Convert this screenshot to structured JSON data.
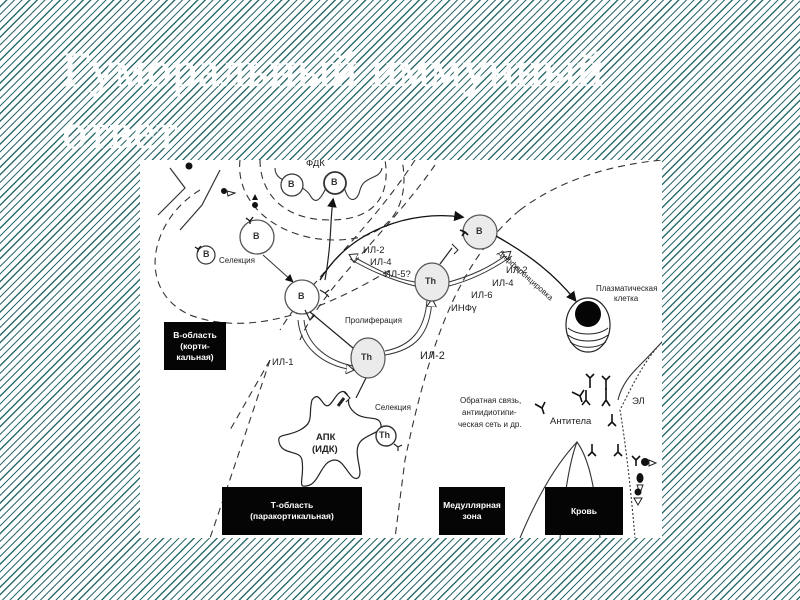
{
  "slide": {
    "title_line1": "Гуморальный иммунный",
    "title_line2": "ответ",
    "background": {
      "stripe_color": "#2f6e6e",
      "base_color": "#ffffff"
    },
    "title_color": "#ffffff"
  },
  "diagram": {
    "cells": {
      "fdk_label": "ФДК",
      "b_fdk_1": "B",
      "b_fdk_2": "B",
      "b_top": "B",
      "b_small": "B",
      "b_center": "B",
      "b_right": "B",
      "th_center": "Th",
      "th_upper": "Th",
      "th_small": "Th",
      "apc_line1": "АПК",
      "apc_line2": "(ИДК)"
    },
    "labels": {
      "selection_left": "Селекция",
      "selection_right": "Селекция",
      "proliferation": "Пролиферация",
      "il1": "ИЛ-1",
      "il2_bottom": "ИЛ-2",
      "left_cytokines": [
        "ИЛ-2",
        "ИЛ-4",
        "ИЛ-5?"
      ],
      "right_cytokines": [
        "ИЛ-2",
        "ИЛ-4",
        "ИЛ-6",
        "ИНФγ"
      ],
      "differentiation": "Дифференцировка",
      "plasma_cell_line1": "Плазматическая",
      "plasma_cell_line2": "клетка",
      "feedback_line1": "Обратная связь,",
      "feedback_line2": "антиидиотипи-",
      "feedback_line3": "ческая сеть и др.",
      "antibodies": "Антитела",
      "el": "ЭЛ"
    },
    "zones": {
      "b_area": [
        "В-область",
        "(корти-",
        "кальная)"
      ],
      "t_area": [
        "Т-область",
        "(паракортикальная)"
      ],
      "medullary": [
        "Медуллярная",
        "зона"
      ],
      "blood": [
        "Кровь"
      ]
    }
  }
}
